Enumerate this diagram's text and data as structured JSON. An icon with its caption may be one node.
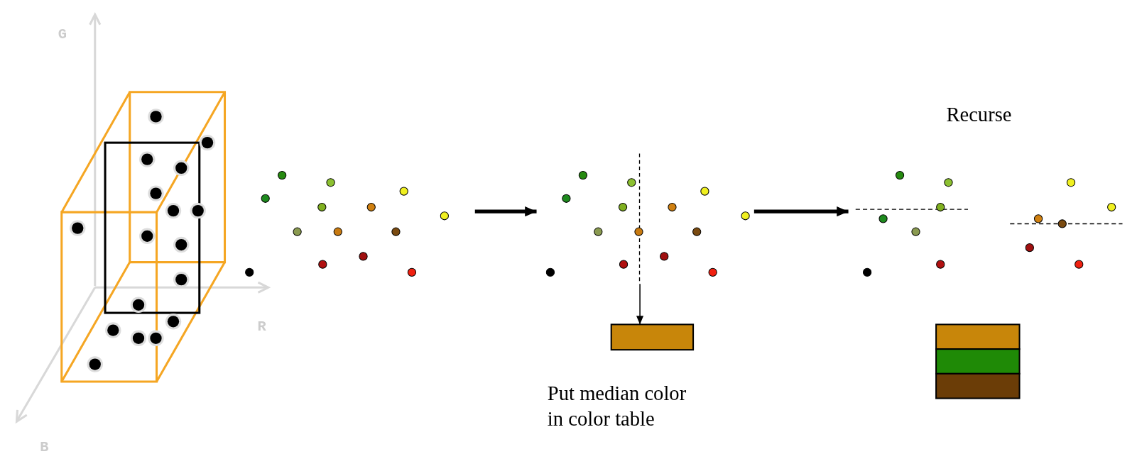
{
  "diagram": {
    "nodes": [
      {
        "text": [],
        "shape": "picture"
      },
      {
        "text": [],
        "shape": "picture"
      },
      {
        "text": [],
        "shape": "picture"
      },
      {
        "text": [],
        "shape": "box",
        "beside": [
          "Put median color in color table"
        ]
      },
      {
        "text": [],
        "shape": "picture"
      },
      {
        "text": [],
        "shape": "box"
      }
    ],
    "edges": [
      {
        "from": 1,
        "to": 2,
        "arrow": "to"
      },
      {
        "from": 2,
        "to": 4,
        "arrow": "to"
      },
      {
        "from": 2,
        "to": 3,
        "arrow": "to"
      }
    ],
    "labels": [
      "G",
      "R",
      "B",
      "Recurse"
    ]
  }
}
